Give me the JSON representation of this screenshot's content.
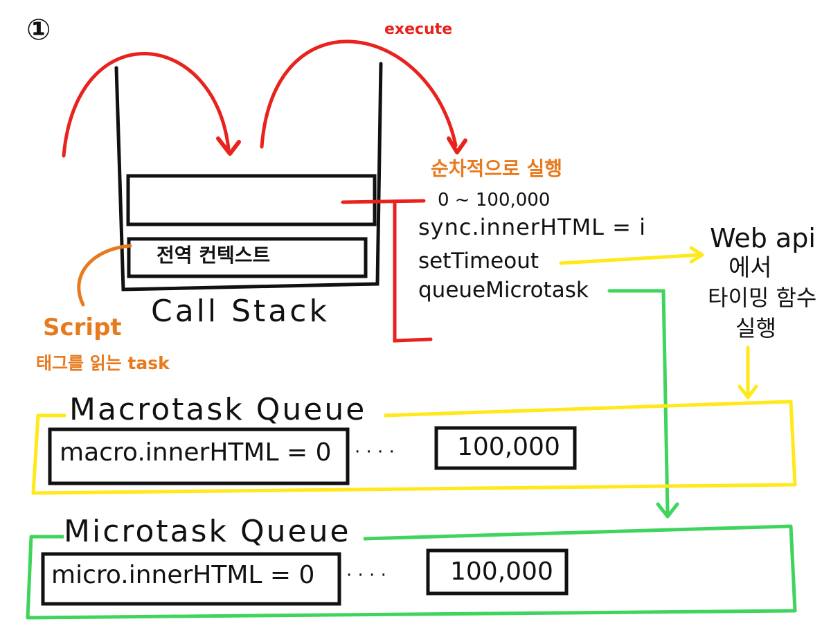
{
  "step": {
    "label": "①"
  },
  "call_stack": {
    "label": "Call Stack",
    "context_label": "전역 컨텍스트"
  },
  "arrows": {
    "execute_label": "execute"
  },
  "script_task": {
    "line1": "Script",
    "line2": "태그를 읽는 task"
  },
  "sync_block": {
    "header": "순차적으로 실행",
    "range": "0 ~ 100,000",
    "lines": [
      "sync.innerHTML = i",
      "setTimeout",
      "queueMicrotask"
    ]
  },
  "web_api": {
    "lines": [
      "Web api",
      "에서",
      "타이밍 함수",
      "실행"
    ]
  },
  "macrotask_queue": {
    "title": "Macrotask Queue",
    "first": "macro.innerHTML = 0",
    "ellipsis": "· · · ·",
    "last": "100,000",
    "border_color": "#ffe91a"
  },
  "microtask_queue": {
    "title": "Microtask Queue",
    "first": "micro.innerHTML = 0",
    "ellipsis": "· · · ·",
    "last": "100,000",
    "border_color": "#3fd45c"
  },
  "colors": {
    "red": "#e8231d",
    "orange": "#e87a1e",
    "yellow": "#ffe91a",
    "green": "#3fd45c",
    "ink": "#111111"
  }
}
